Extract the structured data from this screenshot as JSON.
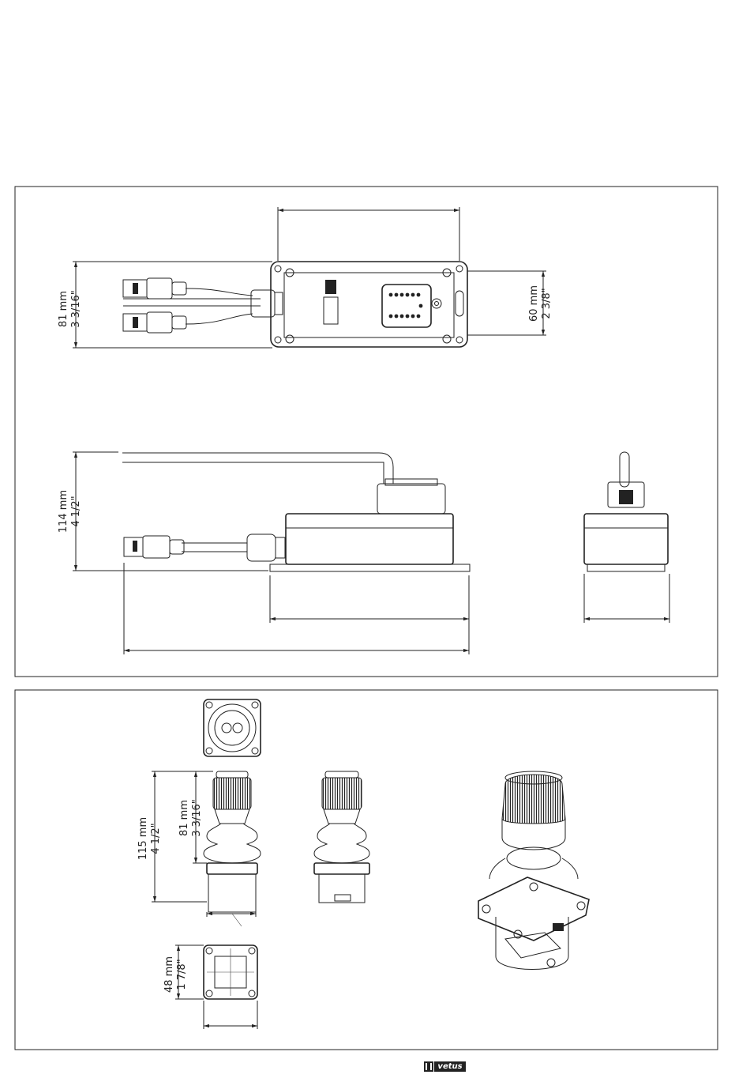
{
  "top_view": {
    "height_mm": "81 mm",
    "height_in": "3 3/16\"",
    "mount_mm": "60 mm",
    "mount_in": "2 3/8\""
  },
  "side_view": {
    "height_mm": "114 mm",
    "height_in": "4 1/2\""
  },
  "joystick": {
    "total_mm": "115 mm",
    "total_in": "4 1/2\"",
    "above_mm": "81 mm",
    "above_in": "3 3/16\"",
    "base_mm": "48 mm",
    "base_in": "1 7/8\""
  },
  "brand": {
    "name": "vetus",
    "color": "#222222"
  }
}
